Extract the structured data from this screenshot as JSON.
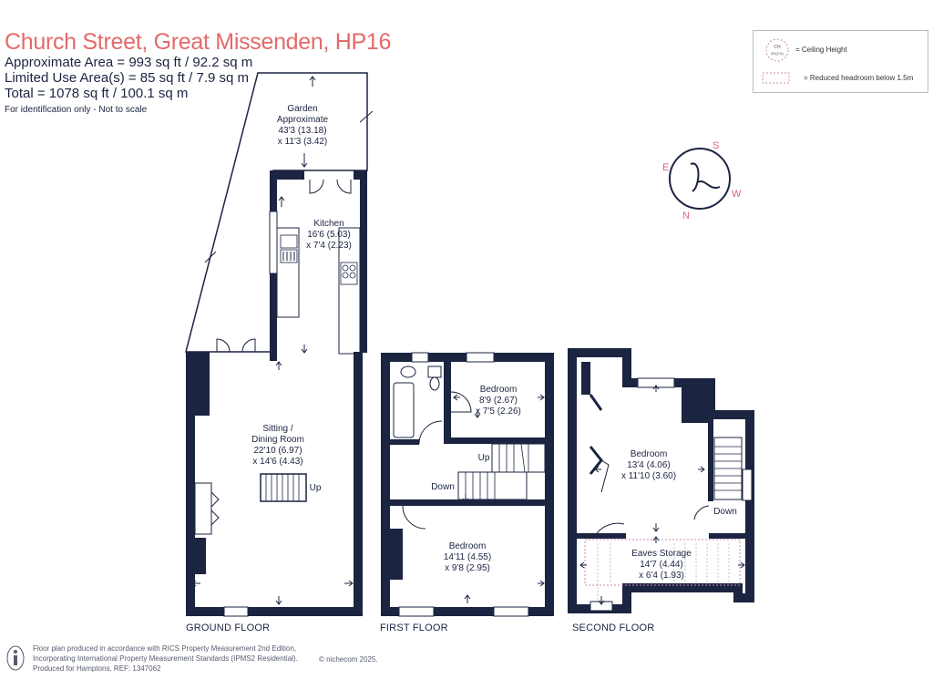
{
  "header": {
    "title": "Church Street, Great Missenden, HP16",
    "approx_area": "Approximate Area = 993 sq ft / 92.2 sq m",
    "limited_area": "Limited Use Area(s) = 85 sq ft / 7.9 sq m",
    "total": "Total = 1078 sq ft / 100.1 sq m",
    "identification": "For identification only - Not to scale"
  },
  "legend": {
    "ceiling_label": "= Ceiling Height",
    "headroom_label": "= Reduced headroom below 1.5m",
    "ceiling_symbol_top": "CH",
    "ceiling_symbol_bottom": "8'5(2.6)"
  },
  "compass": {
    "s": "S",
    "e": "E",
    "w": "W",
    "n": "N"
  },
  "rooms": {
    "garden": {
      "name1": "Garden",
      "name2": "Approximate",
      "dim1": "43'3 (13.18)",
      "dim2": "x 11'3 (3.42)"
    },
    "kitchen": {
      "name": "Kitchen",
      "dim1": "16'6 (5.03)",
      "dim2": "x 7'4 (2.23)"
    },
    "sitting": {
      "name1": "Sitting /",
      "name2": "Dining Room",
      "dim1": "22'10 (6.97)",
      "dim2": "x 14'6 (4.43)",
      "stair": "Up"
    },
    "bed_small": {
      "name": "Bedroom",
      "dim1": "8'9 (2.67)",
      "dim2": "x 7'5 (2.26)"
    },
    "bed_first": {
      "name": "Bedroom",
      "dim1": "14'11 (4.55)",
      "dim2": "x 9'8 (2.95)"
    },
    "first_stairs": {
      "up": "Up",
      "down": "Down"
    },
    "bed_second": {
      "name": "Bedroom",
      "dim1": "13'4 (4.06)",
      "dim2": "x 11'10 (3.60)",
      "stair": "Down"
    },
    "eaves": {
      "name": "Eaves Storage",
      "dim1": "14'7 (4.44)",
      "dim2": "x 6'4 (1.93)"
    }
  },
  "floors": {
    "ground": "GROUND FLOOR",
    "first": "FIRST FLOOR",
    "second": "SECOND FLOOR"
  },
  "footer": {
    "line1": "Floor plan produced in accordance with RICS Property Measurement 2nd Edition,",
    "line2": "Incorporating International Property Measurement Standards (IPMS2 Residential).",
    "line3": "Produced for Hamptons.  REF:  1347062",
    "nichecom": "© nichecom 2025."
  },
  "colors": {
    "wall": "#1b2440",
    "title": "#e36a6a",
    "accent": "#d9647a"
  }
}
